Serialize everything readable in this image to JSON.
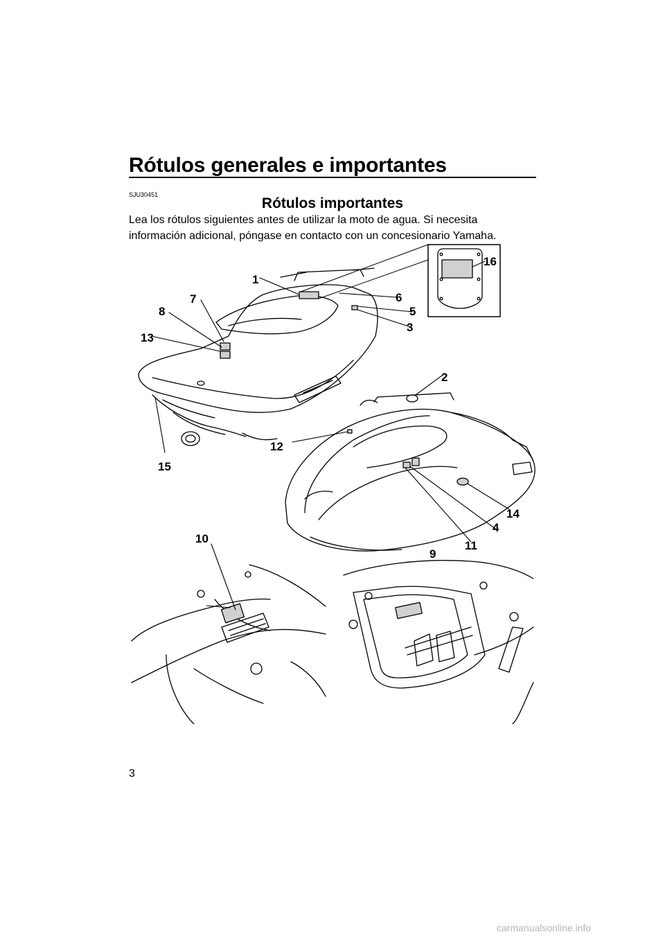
{
  "header": {
    "title": "Rótulos generales e importantes"
  },
  "section": {
    "code": "SJU30451",
    "heading": "Rótulos importantes",
    "intro": "Lea los rótulos siguientes antes de utilizar la moto de agua. Si necesita información adicional, póngase en contacto con un concesionario Yamaha."
  },
  "figure": {
    "callouts": [
      "1",
      "2",
      "3",
      "4",
      "5",
      "6",
      "7",
      "8",
      "9",
      "10",
      "11",
      "12",
      "13",
      "14",
      "15",
      "16"
    ]
  },
  "footer": {
    "page_number": "3",
    "watermark": "carmanualsonline.info"
  }
}
